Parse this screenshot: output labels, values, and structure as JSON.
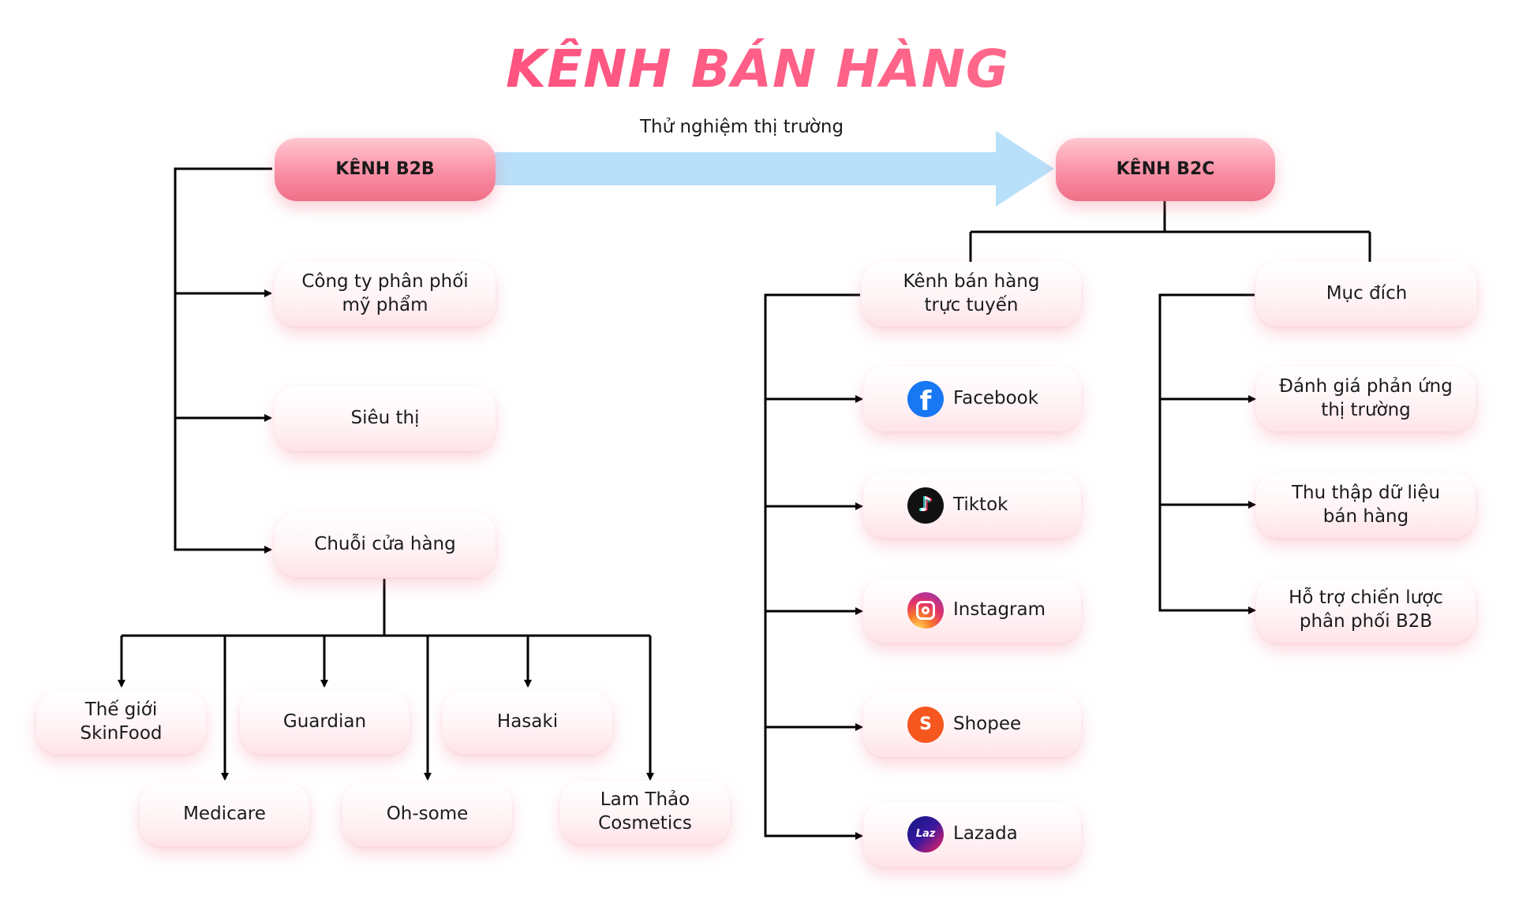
{
  "title": "KÊNH BÁN HÀNG",
  "arrow_label": "Thử nghiệm thị trường",
  "b2b": {
    "header": "KÊNH B2B",
    "children": [
      "Công ty phân phối\nmỹ phẩm",
      "Siêu thị",
      "Chuỗi cửa hàng"
    ],
    "stores": [
      "Thế giới\nSkinFood",
      "Medicare",
      "Guardian",
      "Oh-some",
      "Hasaki",
      "Lam Thảo\nCosmetics"
    ]
  },
  "b2c": {
    "header": "KÊNH B2C",
    "online": {
      "label": "Kênh bán hàng\ntrực tuyến",
      "platforms": [
        {
          "name": "Facebook",
          "icon": "facebook-icon",
          "color": "#1877f2"
        },
        {
          "name": "Tiktok",
          "icon": "tiktok-icon",
          "color": "#111111"
        },
        {
          "name": "Instagram",
          "icon": "instagram-icon",
          "color": "#e1306c"
        },
        {
          "name": "Shopee",
          "icon": "shopee-icon",
          "color": "#f5571f"
        },
        {
          "name": "Lazada",
          "icon": "lazada-icon",
          "color": "#10167f"
        }
      ]
    },
    "purpose": {
      "label": "Mục đích",
      "items": [
        "Đánh giá phản ứng\nthị trường",
        "Thu thập dữ liệu\nbán hàng",
        "Hỗ trợ chiến lược\nphân phối B2B"
      ]
    }
  },
  "colors": {
    "title": "#ff4a7a",
    "header_fill": "#f98fa5",
    "node_fill": "#fff0f3",
    "arrow": "#b9e0fa",
    "connector": "#000000"
  }
}
